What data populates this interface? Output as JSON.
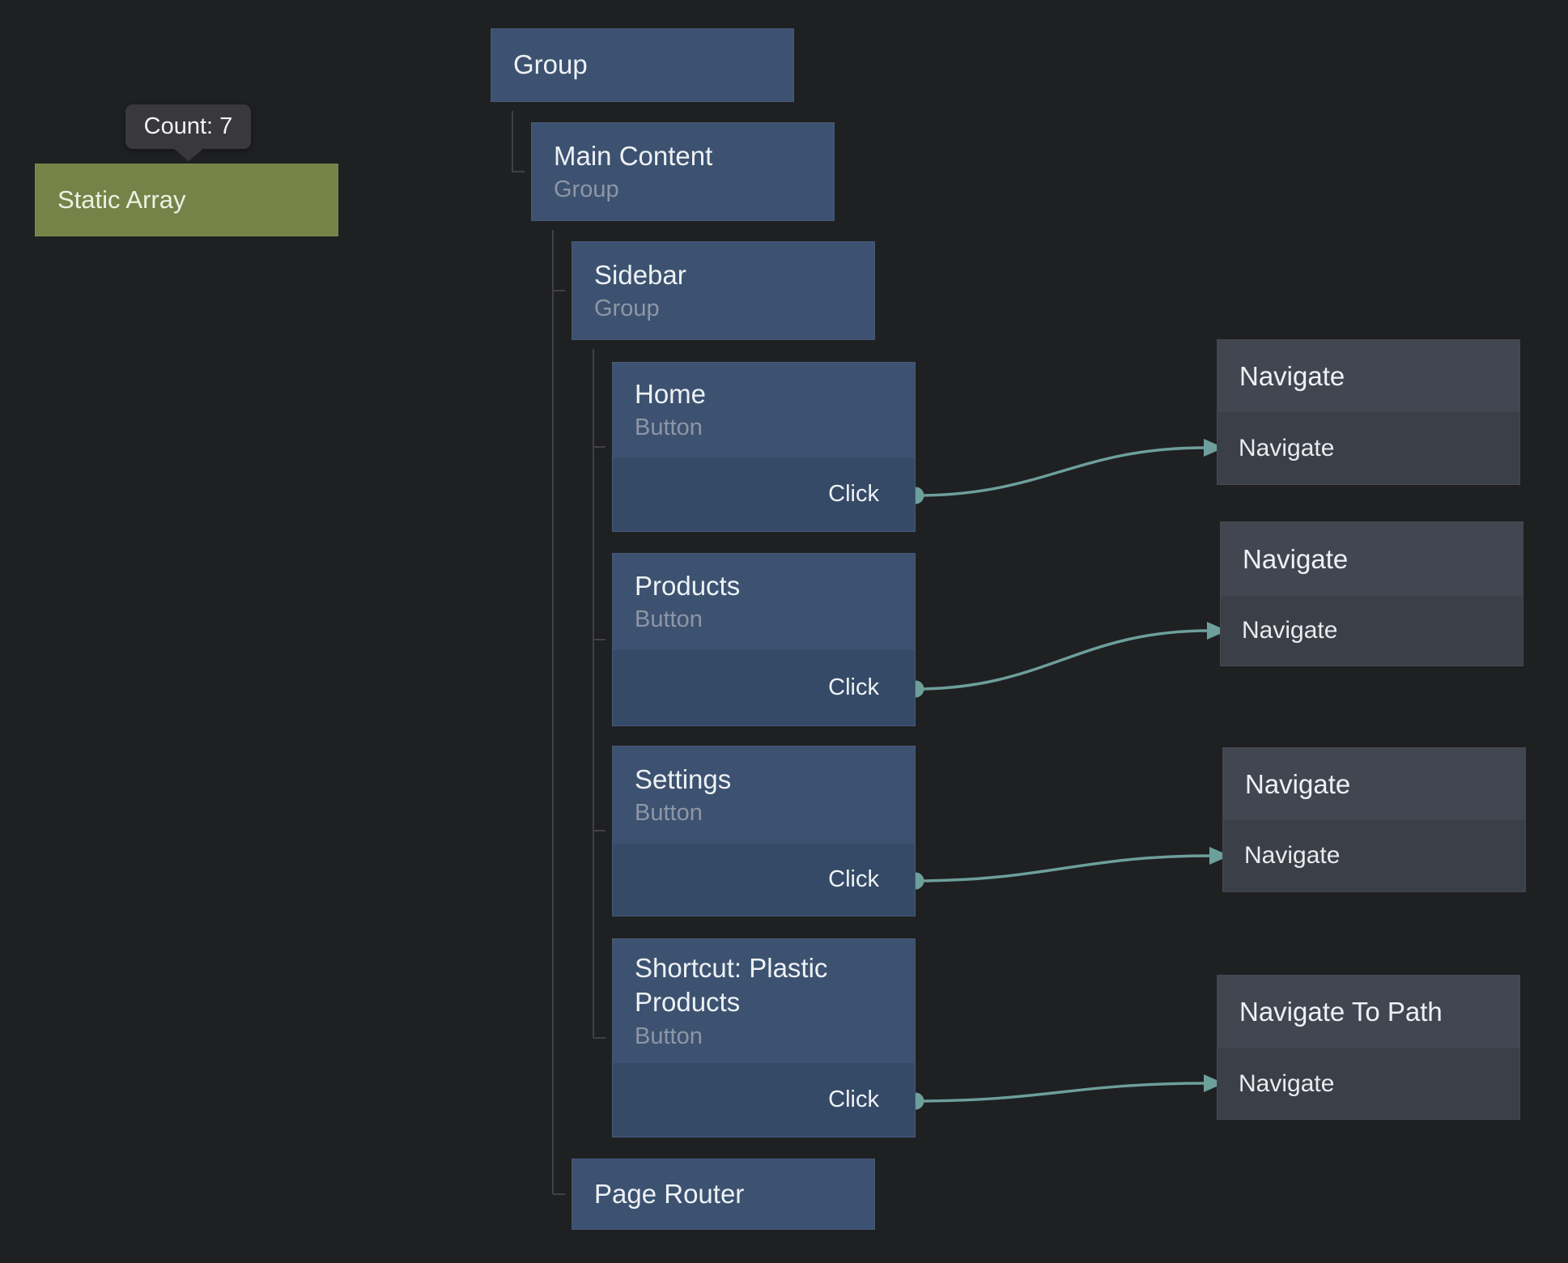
{
  "tooltip": {
    "text": "Count: 7"
  },
  "nodes": {
    "static_array": {
      "title": "Static Array"
    },
    "group": {
      "title": "Group"
    },
    "main_content": {
      "title": "Main Content",
      "subtitle": "Group"
    },
    "sidebar": {
      "title": "Sidebar",
      "subtitle": "Group"
    },
    "home": {
      "title": "Home",
      "subtitle": "Button",
      "output": "Click"
    },
    "products": {
      "title": "Products",
      "subtitle": "Button",
      "output": "Click"
    },
    "settings": {
      "title": "Settings",
      "subtitle": "Button",
      "output": "Click"
    },
    "shortcut": {
      "title": "Shortcut: Plastic Products",
      "subtitle": "Button",
      "output": "Click"
    },
    "page_router": {
      "title": "Page Router"
    },
    "navigate_1": {
      "title": "Navigate",
      "input": "Navigate"
    },
    "navigate_2": {
      "title": "Navigate",
      "input": "Navigate"
    },
    "navigate_3": {
      "title": "Navigate",
      "input": "Navigate"
    },
    "navigate_4": {
      "title": "Navigate To Path",
      "input": "Navigate"
    }
  },
  "connections": [
    {
      "from": "Home.Click",
      "to": "Navigate.Navigate"
    },
    {
      "from": "Products.Click",
      "to": "Navigate.Navigate"
    },
    {
      "from": "Settings.Click",
      "to": "Navigate.Navigate"
    },
    {
      "from": "Shortcut: Plastic Products.Click",
      "to": "Navigate To Path.Navigate"
    }
  ],
  "colors": {
    "background": "#1f2022",
    "node_blue": "#3c5270",
    "node_blue_footer": "#354a66",
    "node_green": "#758349",
    "gray_header": "#424650",
    "gray_row": "#3b3f48",
    "signal_teal": "#6d9f9b",
    "tree_line": "#414145",
    "title_text": "#eef1f5",
    "subtitle_text": "#8e96a6"
  }
}
